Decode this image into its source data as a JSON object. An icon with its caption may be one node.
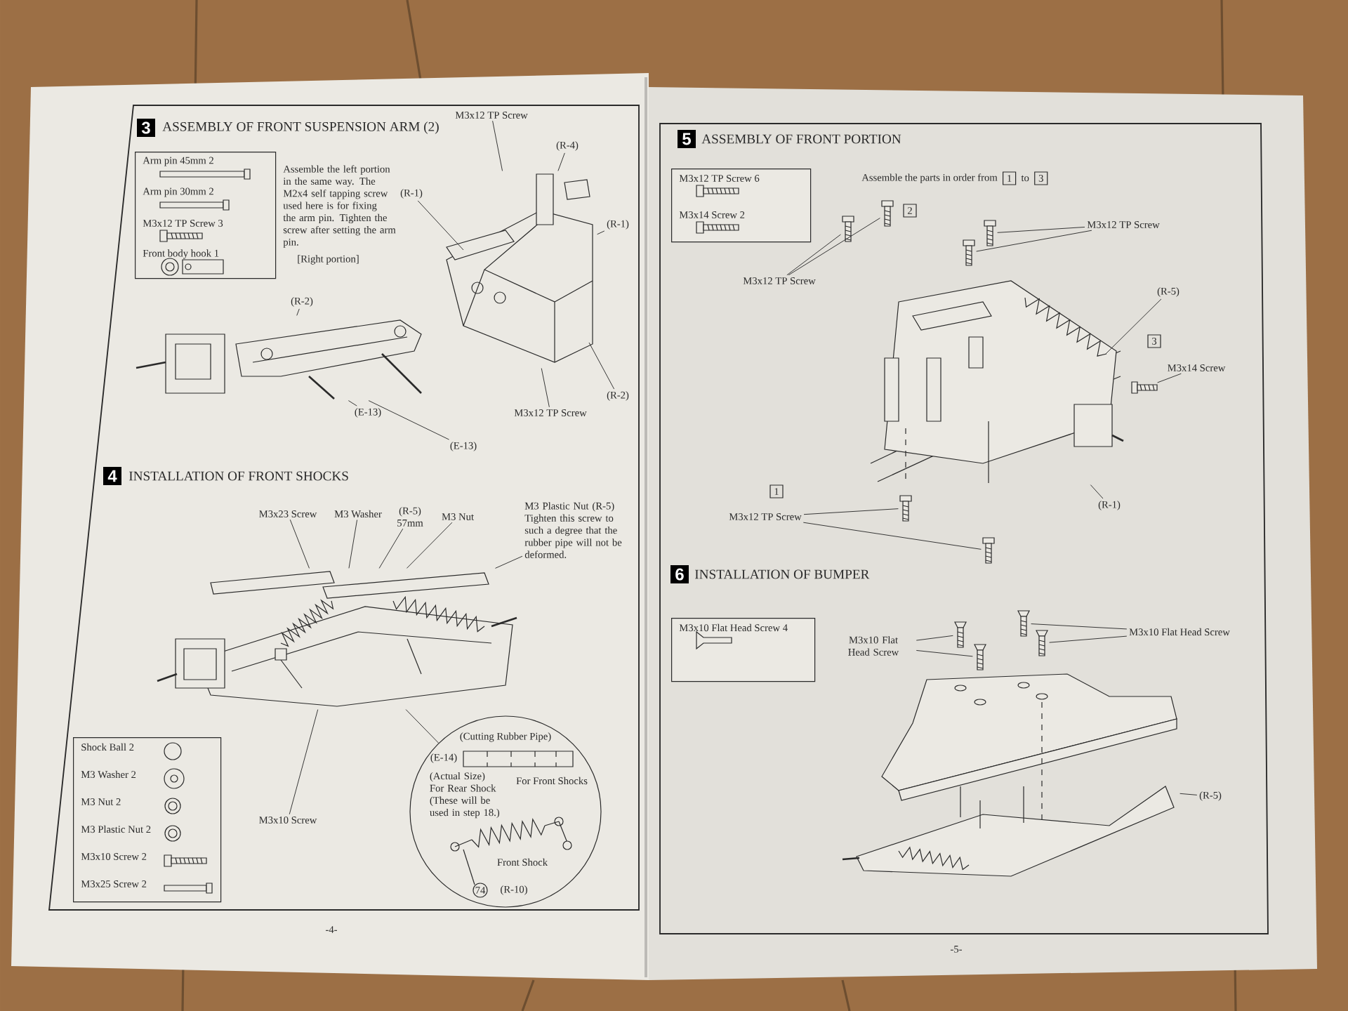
{
  "diagram": {
    "nodes": [
      {
        "text": [
          "Arm pin 45mm 2",
          "Arm pin 30mm 2",
          "M3x12 TP Screw 3",
          "Front body hook 1"
        ]
      },
      {
        "text": [],
        "shape": "picture"
      },
      {
        "text": [],
        "shape": "picture"
      },
      {
        "text": [
          "M3x12 TP Screw"
        ]
      },
      {
        "text": [
          "(R-4)"
        ]
      },
      {
        "text": [
          "(R-1)"
        ]
      },
      {
        "text": [
          "(R-1)"
        ]
      },
      {
        "text": [
          "(R-2)"
        ]
      },
      {
        "text": [
          "(R-2)"
        ]
      },
      {
        "text": [
          "(E-13)"
        ]
      },
      {
        "text": [
          "(E-13)"
        ]
      },
      {
        "text": [
          "M3x12 TP Screw"
        ]
      },
      {
        "text": [],
        "shape": "picture"
      },
      {
        "text": [
          "M3x23 Screw"
        ]
      },
      {
        "text": [
          "M3 Washer"
        ]
      },
      {
        "text": [
          "(R-5) 57mm"
        ]
      },
      {
        "text": [
          "M3 Nut"
        ]
      },
      {
        "text": [
          "M3 Plastic Nut (R-5)",
          "Tighten this screw to such a degree that the rubber pipe will not be deformed."
        ]
      },
      {
        "text": [
          "M3x10 Screw"
        ]
      },
      {
        "text": [
          "Shock Ball 2",
          "M3 Washer 2",
          "M3 Nut 2",
          "M3 Plastic Nut 2",
          "M3x10 Screw 2",
          "M3x25 Screw 2"
        ]
      },
      {
        "text": [
          "(Cutting Rubber Pipe)",
          "(E-14)",
          "(Actual Size) For Rear Shock (These will be used in step 18.)",
          "For Front Shocks",
          "Front Shock",
          "74",
          "(R-10)"
        ]
      },
      {
        "text": [
          "M3x12 TP Screw 6",
          "M3x14 Screw 2"
        ]
      },
      {
        "text": [],
        "shape": "picture"
      },
      {
        "text": [
          "M3x12 TP Screw"
        ]
      },
      {
        "text": [],
        "shape": "picture"
      },
      {
        "text": [],
        "shape": "picture"
      },
      {
        "text": [
          "M3x12 TP Screw"
        ]
      },
      {
        "text": [],
        "shape": "picture"
      },
      {
        "text": [],
        "shape": "picture"
      },
      {
        "text": [
          "(R-5)"
        ]
      },
      {
        "text": [
          "M3x14 Screw"
        ]
      },
      {
        "text": [],
        "shape": "picture"
      },
      {
        "text": [
          "M3x12 TP Screw"
        ]
      },
      {
        "text": [],
        "shape": "picture"
      },
      {
        "text": [],
        "shape": "picture"
      },
      {
        "text": [
          "(R-1)"
        ]
      },
      {
        "text": [
          "M3x10 Flat Head Screw 4"
        ]
      },
      {
        "text": [
          "M3x10 Flat Head Screw"
        ]
      },
      {
        "text": [],
        "shape": "picture"
      },
      {
        "text": [],
        "shape": "picture"
      },
      {
        "text": [
          "M3x10 Flat Head Screw"
        ]
      },
      {
        "text": [],
        "shape": "picture"
      },
      {
        "text": [],
        "shape": "picture"
      },
      {
        "text": [],
        "shape": "picture"
      },
      {
        "text": [
          "(R-5)"
        ]
      }
    ],
    "edges": [
      {
        "from": 3,
        "to": 1,
        "arrow": "none"
      },
      {
        "from": 4,
        "to": 1,
        "arrow": "none"
      },
      {
        "from": 5,
        "to": 1,
        "arrow": "none"
      },
      {
        "from": 6,
        "to": 1,
        "arrow": "none"
      },
      {
        "from": 7,
        "to": 2,
        "arrow": "none"
      },
      {
        "from": 8,
        "to": 1,
        "arrow": "none"
      },
      {
        "from": 9,
        "to": 2,
        "arrow": "none"
      },
      {
        "from": 10,
        "to": 2,
        "arrow": "none"
      },
      {
        "from": 11,
        "to": 1,
        "arrow": "none"
      },
      {
        "from": 13,
        "to": 12,
        "arrow": "none"
      },
      {
        "from": 14,
        "to": 12,
        "arrow": "none"
      },
      {
        "from": 15,
        "to": 12,
        "arrow": "none"
      },
      {
        "from": 16,
        "to": 12,
        "arrow": "none"
      },
      {
        "from": 17,
        "to": 12,
        "arrow": "none"
      },
      {
        "from": 18,
        "to": 12,
        "arrow": "none"
      },
      {
        "from": 20,
        "to": 12,
        "arrow": "none"
      },
      {
        "from": 23,
        "to": 24,
        "arrow": "none"
      },
      {
        "from": 23,
        "to": 25,
        "arrow": "none"
      },
      {
        "from": 26,
        "to": 27,
        "arrow": "none"
      },
      {
        "from": 26,
        "to": 28,
        "arrow": "none"
      },
      {
        "from": 29,
        "to": 22,
        "arrow": "none"
      },
      {
        "from": 30,
        "to": 31,
        "arrow": "none"
      },
      {
        "from": 32,
        "to": 33,
        "arrow": "none"
      },
      {
        "from": 32,
        "to": 34,
        "arrow": "none"
      },
      {
        "from": 35,
        "to": 22,
        "arrow": "none"
      },
      {
        "from": 37,
        "to": 38,
        "arrow": "none"
      },
      {
        "from": 37,
        "to": 39,
        "arrow": "none"
      },
      {
        "from": 40,
        "to": 41,
        "arrow": "none"
      },
      {
        "from": 40,
        "to": 42,
        "arrow": "none"
      },
      {
        "from": 44,
        "to": 43,
        "arrow": "none"
      }
    ],
    "labels": [
      "3",
      "ASSEMBLY OF FRONT SUSPENSION ARM (2)",
      "Assemble the left portion in the same way. The M2x4 self tapping screw used here is for fixing the arm pin. Tighten the screw after setting the arm pin.",
      "[Right portion]",
      "4",
      "INSTALLATION OF FRONT SHOCKS",
      "-4-",
      "5",
      "ASSEMBLY OF FRONT PORTION",
      "Assemble the parts in order from",
      "1",
      "to",
      "3",
      "2",
      "3",
      "1",
      "6",
      "INSTALLATION OF BUMPER",
      "-5-"
    ]
  }
}
